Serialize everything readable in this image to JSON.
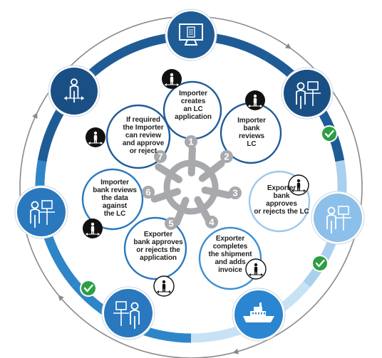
{
  "colors": {
    "ring_dark": "#1f5c96",
    "ring_mid": "#2e86c8",
    "ring_light": "#a9d0ee",
    "ring_pale": "#c7e1f5",
    "outer_track": "#8a8a8a",
    "hub": "#a7a9ac",
    "node_dark": "#1a4f85",
    "node_mid": "#2a78be",
    "node_light": "#7fb6e6",
    "check": "#2e9e45",
    "black_badge": "#111111"
  },
  "steps": [
    {
      "number": "1",
      "text": "Importer\ncreates\nan LC\napplication",
      "border": "#1f5c96",
      "badge": "black"
    },
    {
      "number": "2",
      "text": "Importer\nbank\nreviews\nLC",
      "border": "#1f5c96",
      "badge": "black"
    },
    {
      "number": "3",
      "text": "Exporter\nbank\napproves\nor rejects the LC",
      "border": "#9cc8ec",
      "badge": "white"
    },
    {
      "number": "4",
      "text": "Exporter\ncompletes\nthe shipment\nand adds\ninvoice",
      "border": "#3e8fd2",
      "badge": "white"
    },
    {
      "number": "5",
      "text": "Exporter\nbank approves\nor rejects the\napplication",
      "border": "#2a78be",
      "badge": "white"
    },
    {
      "number": "6",
      "text": "Importer\nbank reviews\nthe data\nagainst\nthe LC",
      "border": "#2a78be",
      "badge": "black"
    },
    {
      "number": "7",
      "text": "If required\nthe Importer\ncan review\nand approve\nor reject",
      "border": "#1f5c96",
      "badge": "black"
    }
  ],
  "actors": [
    {
      "name": "computer-application-icon",
      "color": "#1f5c96"
    },
    {
      "name": "importer-bank-person-icon",
      "color": "#1a4f85"
    },
    {
      "name": "exporter-bank-person-icon",
      "color": "#8cc0ea"
    },
    {
      "name": "ship-icon",
      "color": "#2a86d0"
    },
    {
      "name": "exporter-person-icon",
      "color": "#2a78be"
    },
    {
      "name": "importer-bank-person-left-icon",
      "color": "#2a78be"
    },
    {
      "name": "importer-person-icon",
      "color": "#1a4f85"
    }
  ]
}
